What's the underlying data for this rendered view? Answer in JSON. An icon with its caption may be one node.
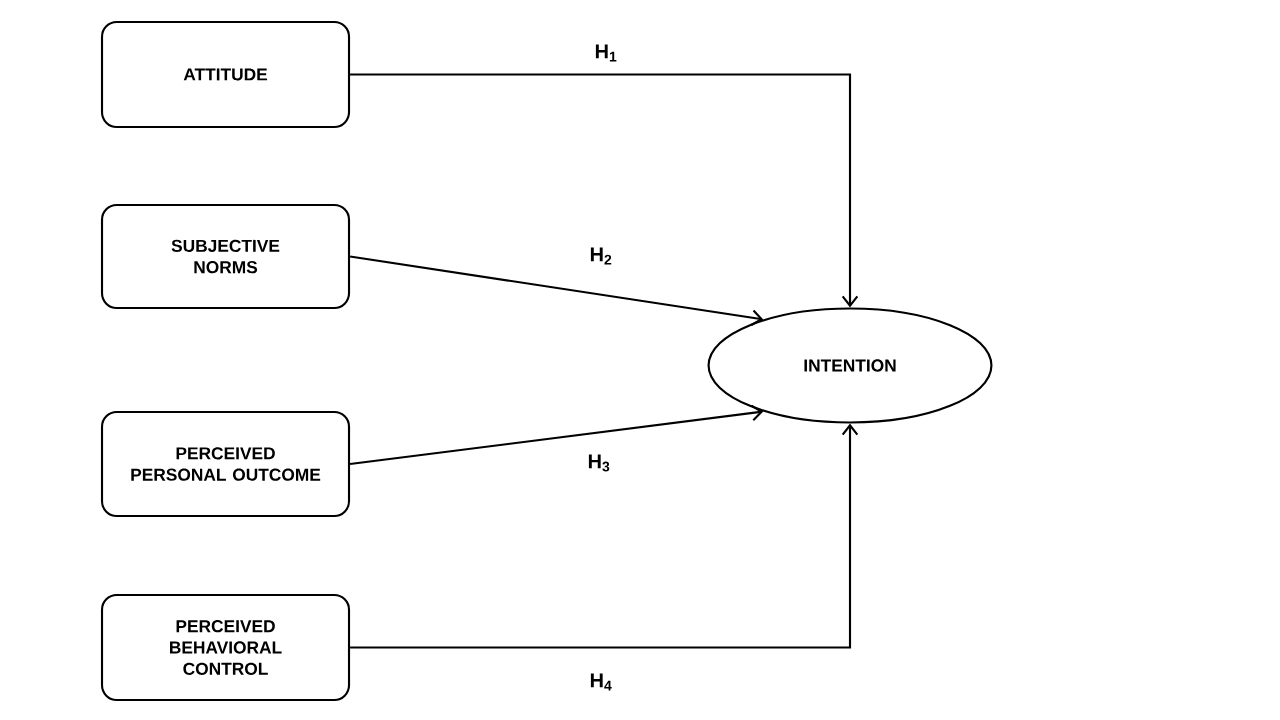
{
  "diagram": {
    "nodes": [
      {
        "text": [
          "ATTITUDE"
        ]
      },
      {
        "text": [
          "SUBJECTIVE NORMS"
        ]
      },
      {
        "text": [
          "PERCEIVED PERSONAL OUTCOME"
        ]
      },
      {
        "text": [
          "PERCEIVED BEHAVIORAL CONTROL"
        ]
      },
      {
        "text": [
          "INTENTION"
        ]
      }
    ],
    "edges": [
      {
        "from": 0,
        "to": 4,
        "arrow": "to",
        "label": "H$_{1}$"
      },
      {
        "from": 1,
        "to": 4,
        "arrow": "to",
        "label": "H$_{2}$"
      },
      {
        "from": 2,
        "to": 4,
        "arrow": "to",
        "label": "H$_{3}$"
      },
      {
        "from": 3,
        "to": 4,
        "arrow": "to",
        "label": "H$_{4}$"
      }
    ]
  }
}
